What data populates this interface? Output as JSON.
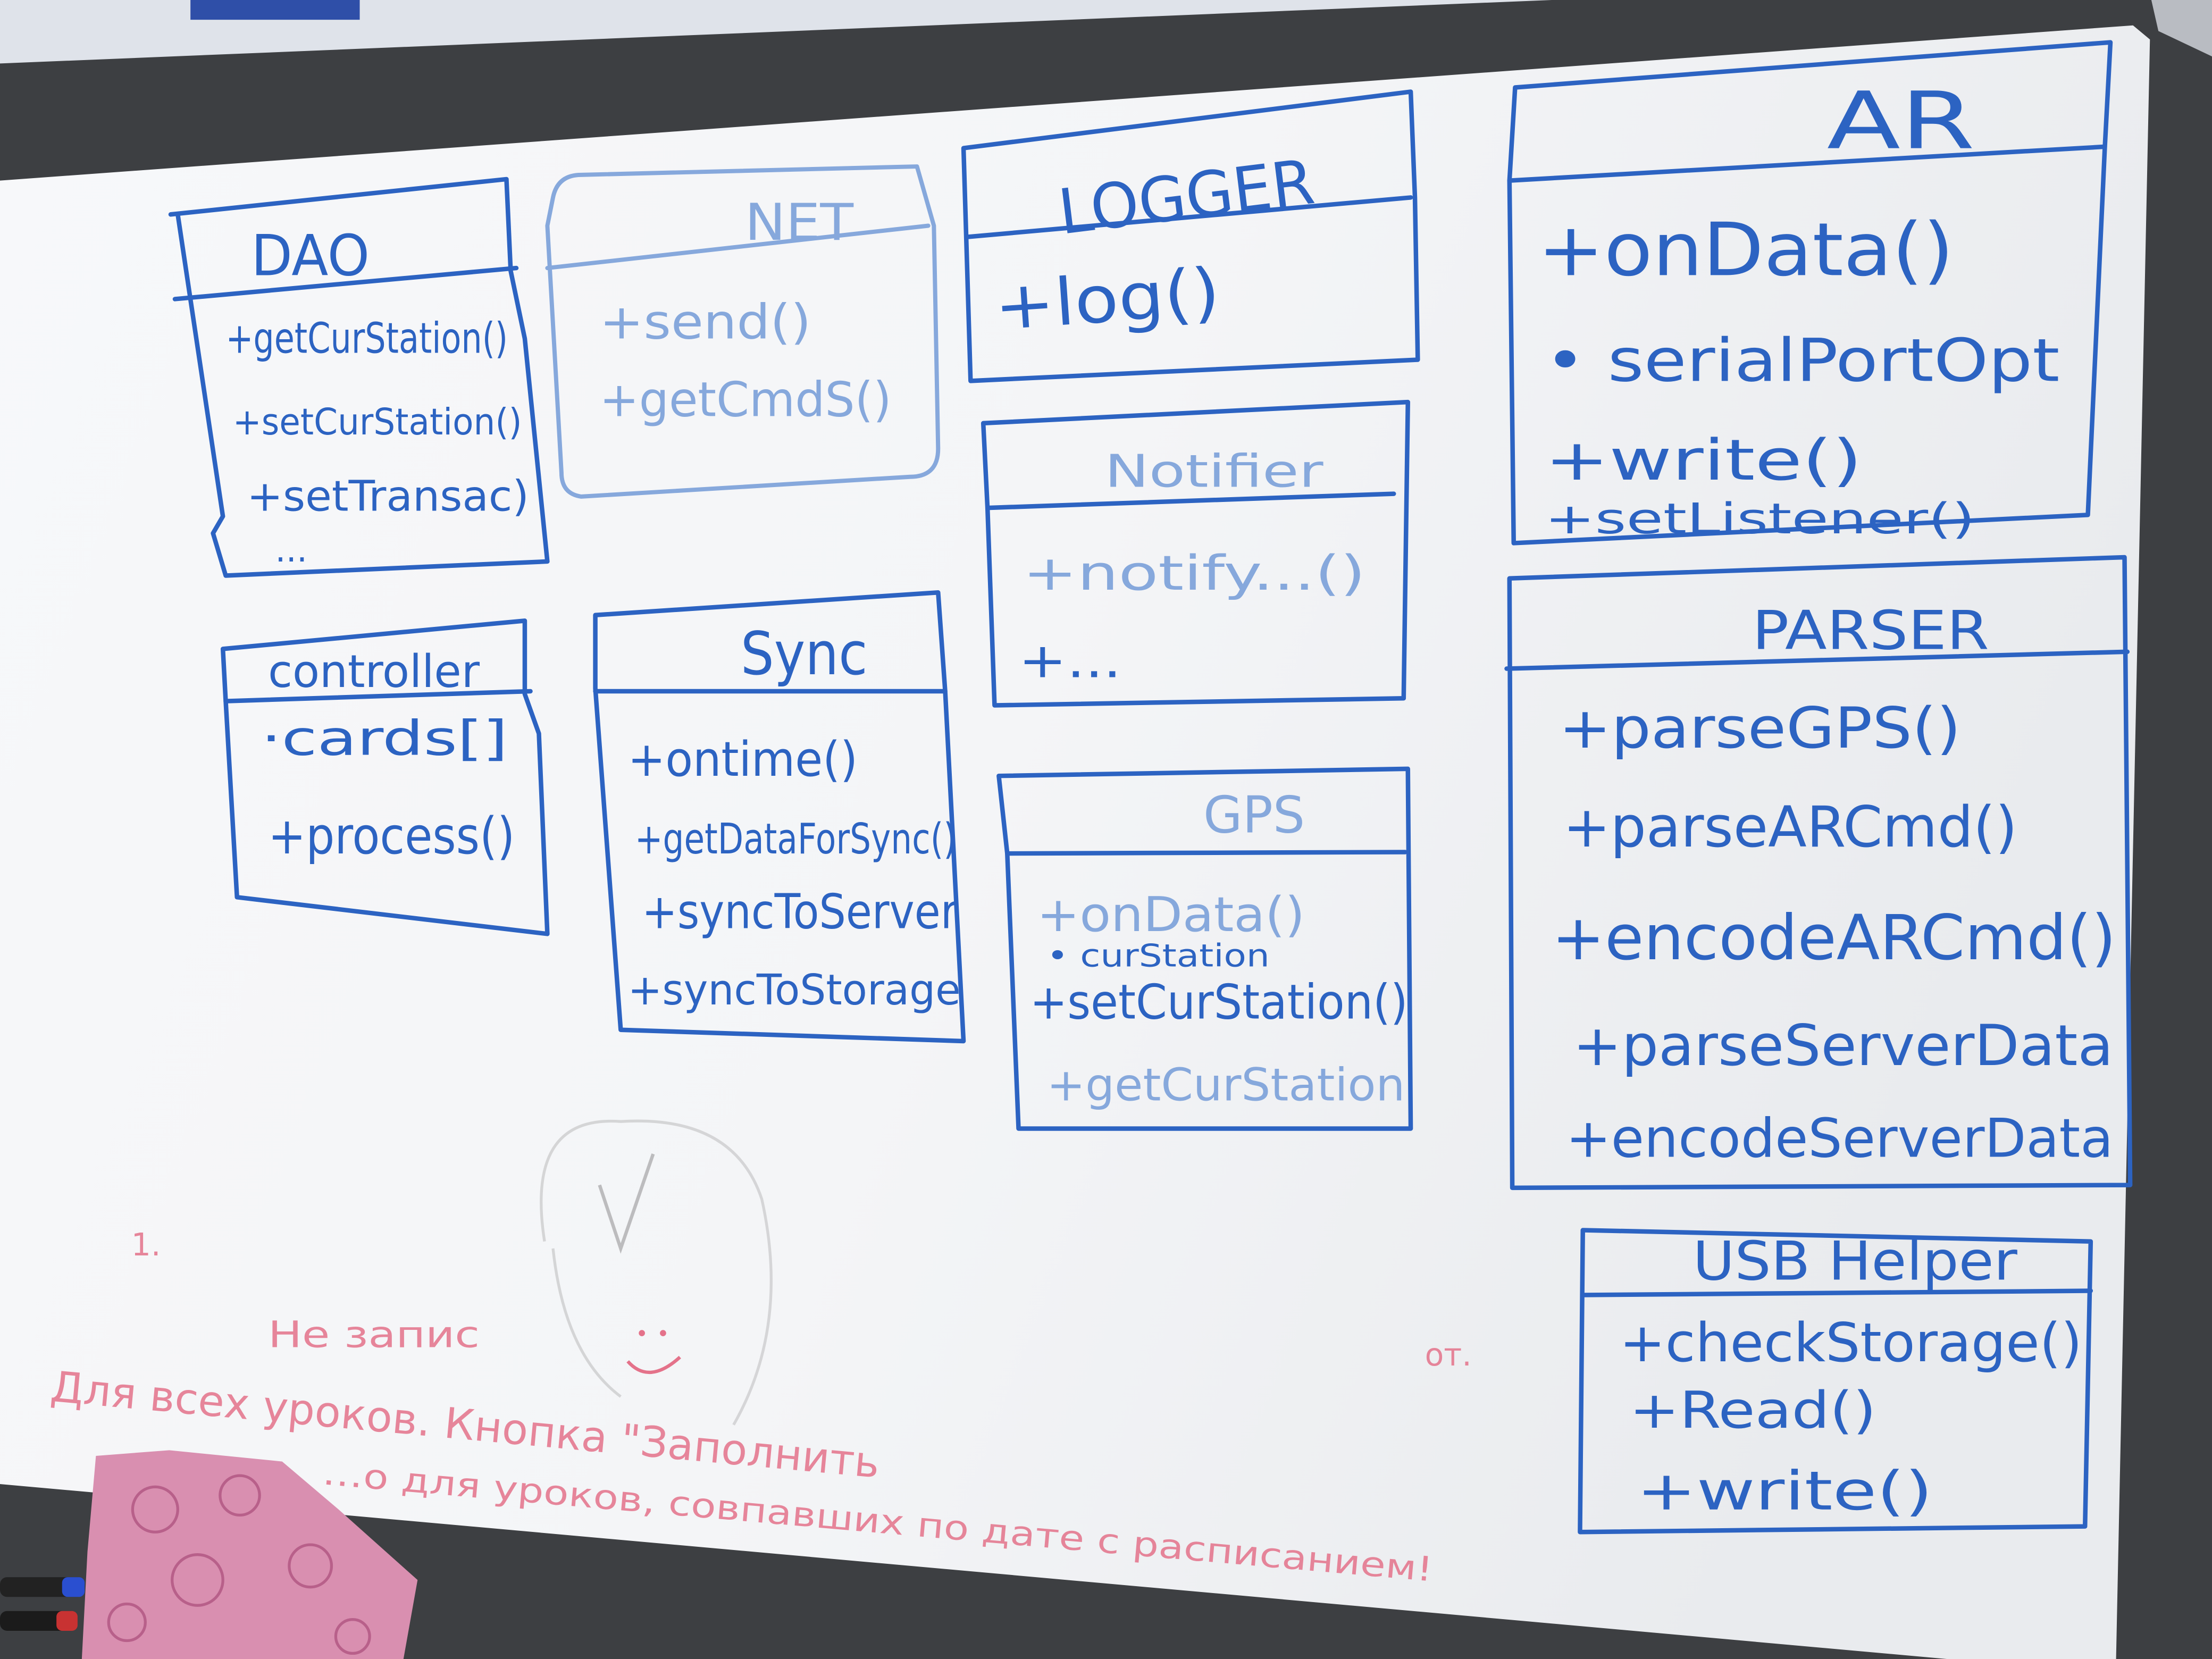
{
  "diagram": {
    "dao": {
      "title": "DAO",
      "items": [
        "+getCurStation()",
        "+setCurStation()",
        "+setTransac)",
        "..."
      ]
    },
    "net": {
      "title": "NET",
      "items": [
        "+send()",
        "+getCmdS()"
      ]
    },
    "logger": {
      "title": "LOGGER",
      "items": [
        "+log()"
      ]
    },
    "ar": {
      "title": "AR",
      "items": [
        "+onData()",
        "• serialPortOpt",
        "+write()",
        "+setListener()"
      ]
    },
    "controller": {
      "title": "controller",
      "items": [
        "·cards[]",
        "+process()"
      ]
    },
    "sync": {
      "title": "Sync",
      "items": [
        "+ontime()",
        "+getDataForSync()",
        "+syncToServer",
        "+syncToStorage"
      ]
    },
    "notifier": {
      "title": "Notifier",
      "items": [
        "+notify...()",
        "+..."
      ]
    },
    "gps": {
      "title": "GPS",
      "items": [
        "+onData()",
        "• curStation",
        "+setCurStation()",
        "+getCurStation"
      ]
    },
    "parser": {
      "title": "PARSER",
      "items": [
        "+parseGPS()",
        "+parseARCmd()",
        "+encodeARCmd()",
        "+parseServerData",
        "+encodeServerData"
      ]
    },
    "usb_helper": {
      "title": "USB Helper",
      "items": [
        "+checkStorage()",
        "+Read()",
        "+write()"
      ]
    }
  },
  "notes": [
    "1.",
    "Не запис",
    "Для всех уроков. Кнопка \"Заполнить",
    "…о для уроков, совпавших по дате с расписанием!",
    "от."
  ],
  "colors": {
    "marker_blue": "#2c63c2",
    "marker_faint_blue": "#86a8dc",
    "marker_red": "#e4728a",
    "board": "#f3f4f6",
    "frame": "#3d3f42",
    "cloth": "#d98fb0"
  }
}
